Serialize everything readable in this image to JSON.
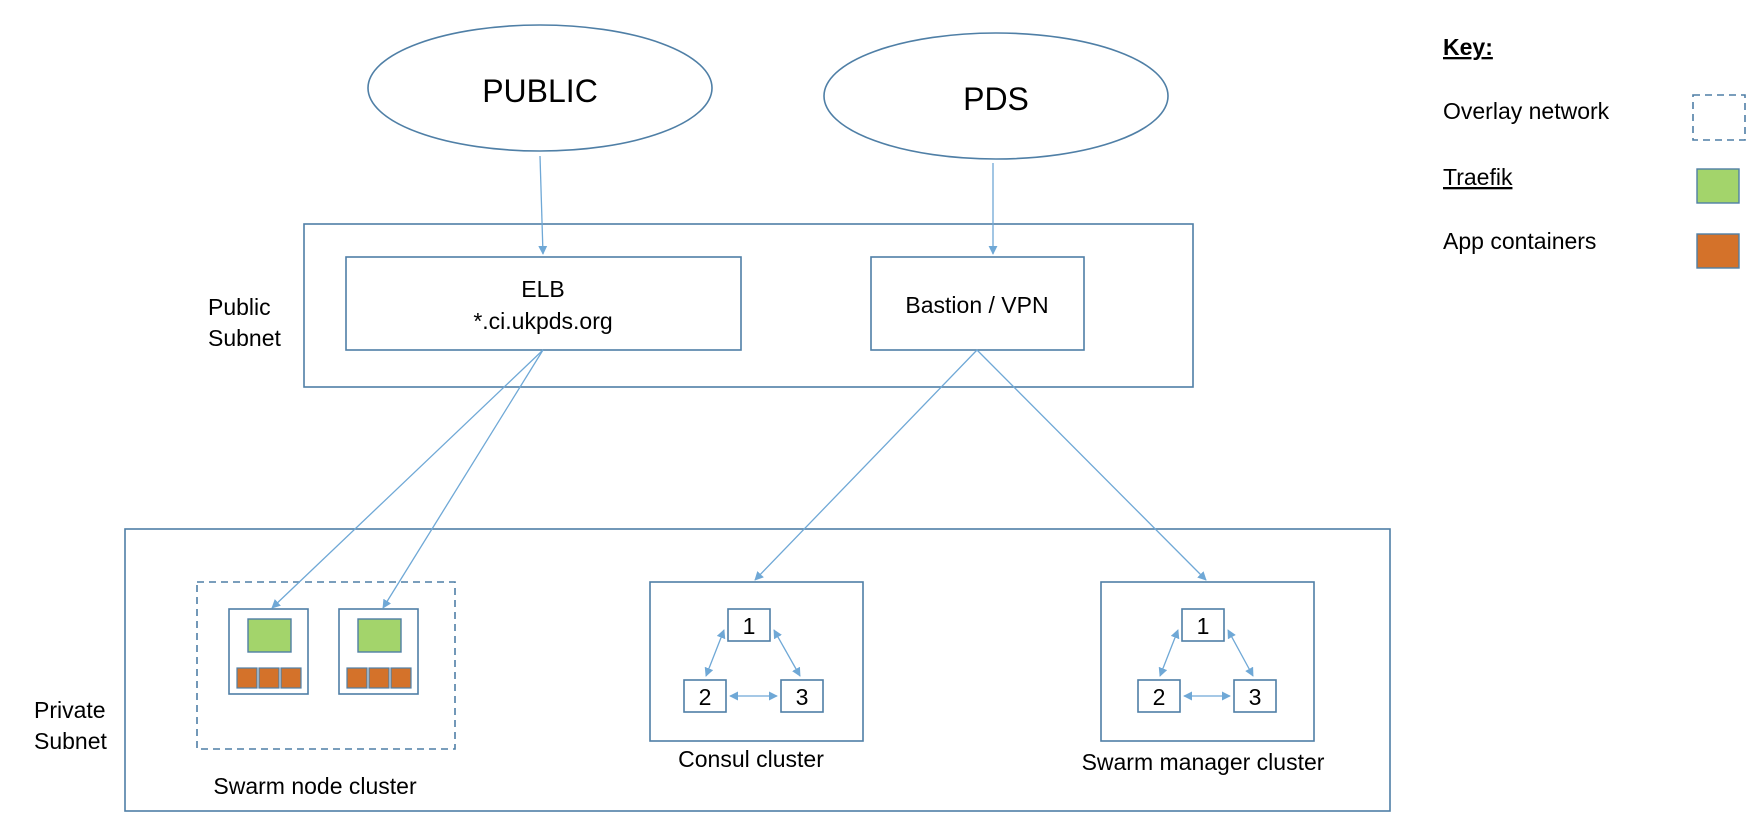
{
  "nodes": {
    "public": "PUBLIC",
    "pds": "PDS",
    "elb_title": "ELB",
    "elb_domain": "*.ci.ukpds.org",
    "bastion": "Bastion / VPN"
  },
  "subnets": {
    "public_line1": "Public",
    "public_line2": "Subnet",
    "private_line1": "Private",
    "private_line2": "Subnet"
  },
  "clusters": {
    "swarm_node": "Swarm node cluster",
    "consul": "Consul cluster",
    "swarm_manager": "Swarm manager cluster",
    "members": [
      "1",
      "2",
      "3"
    ]
  },
  "key": {
    "title": "Key:",
    "overlay": "Overlay network",
    "traefik": "Traefik",
    "app_containers": "App containers"
  },
  "colors": {
    "stroke": "#4f7fa6",
    "arrow": "#6fa8d6",
    "traefik": "#a3d46b",
    "app_container": "#d4722a"
  }
}
